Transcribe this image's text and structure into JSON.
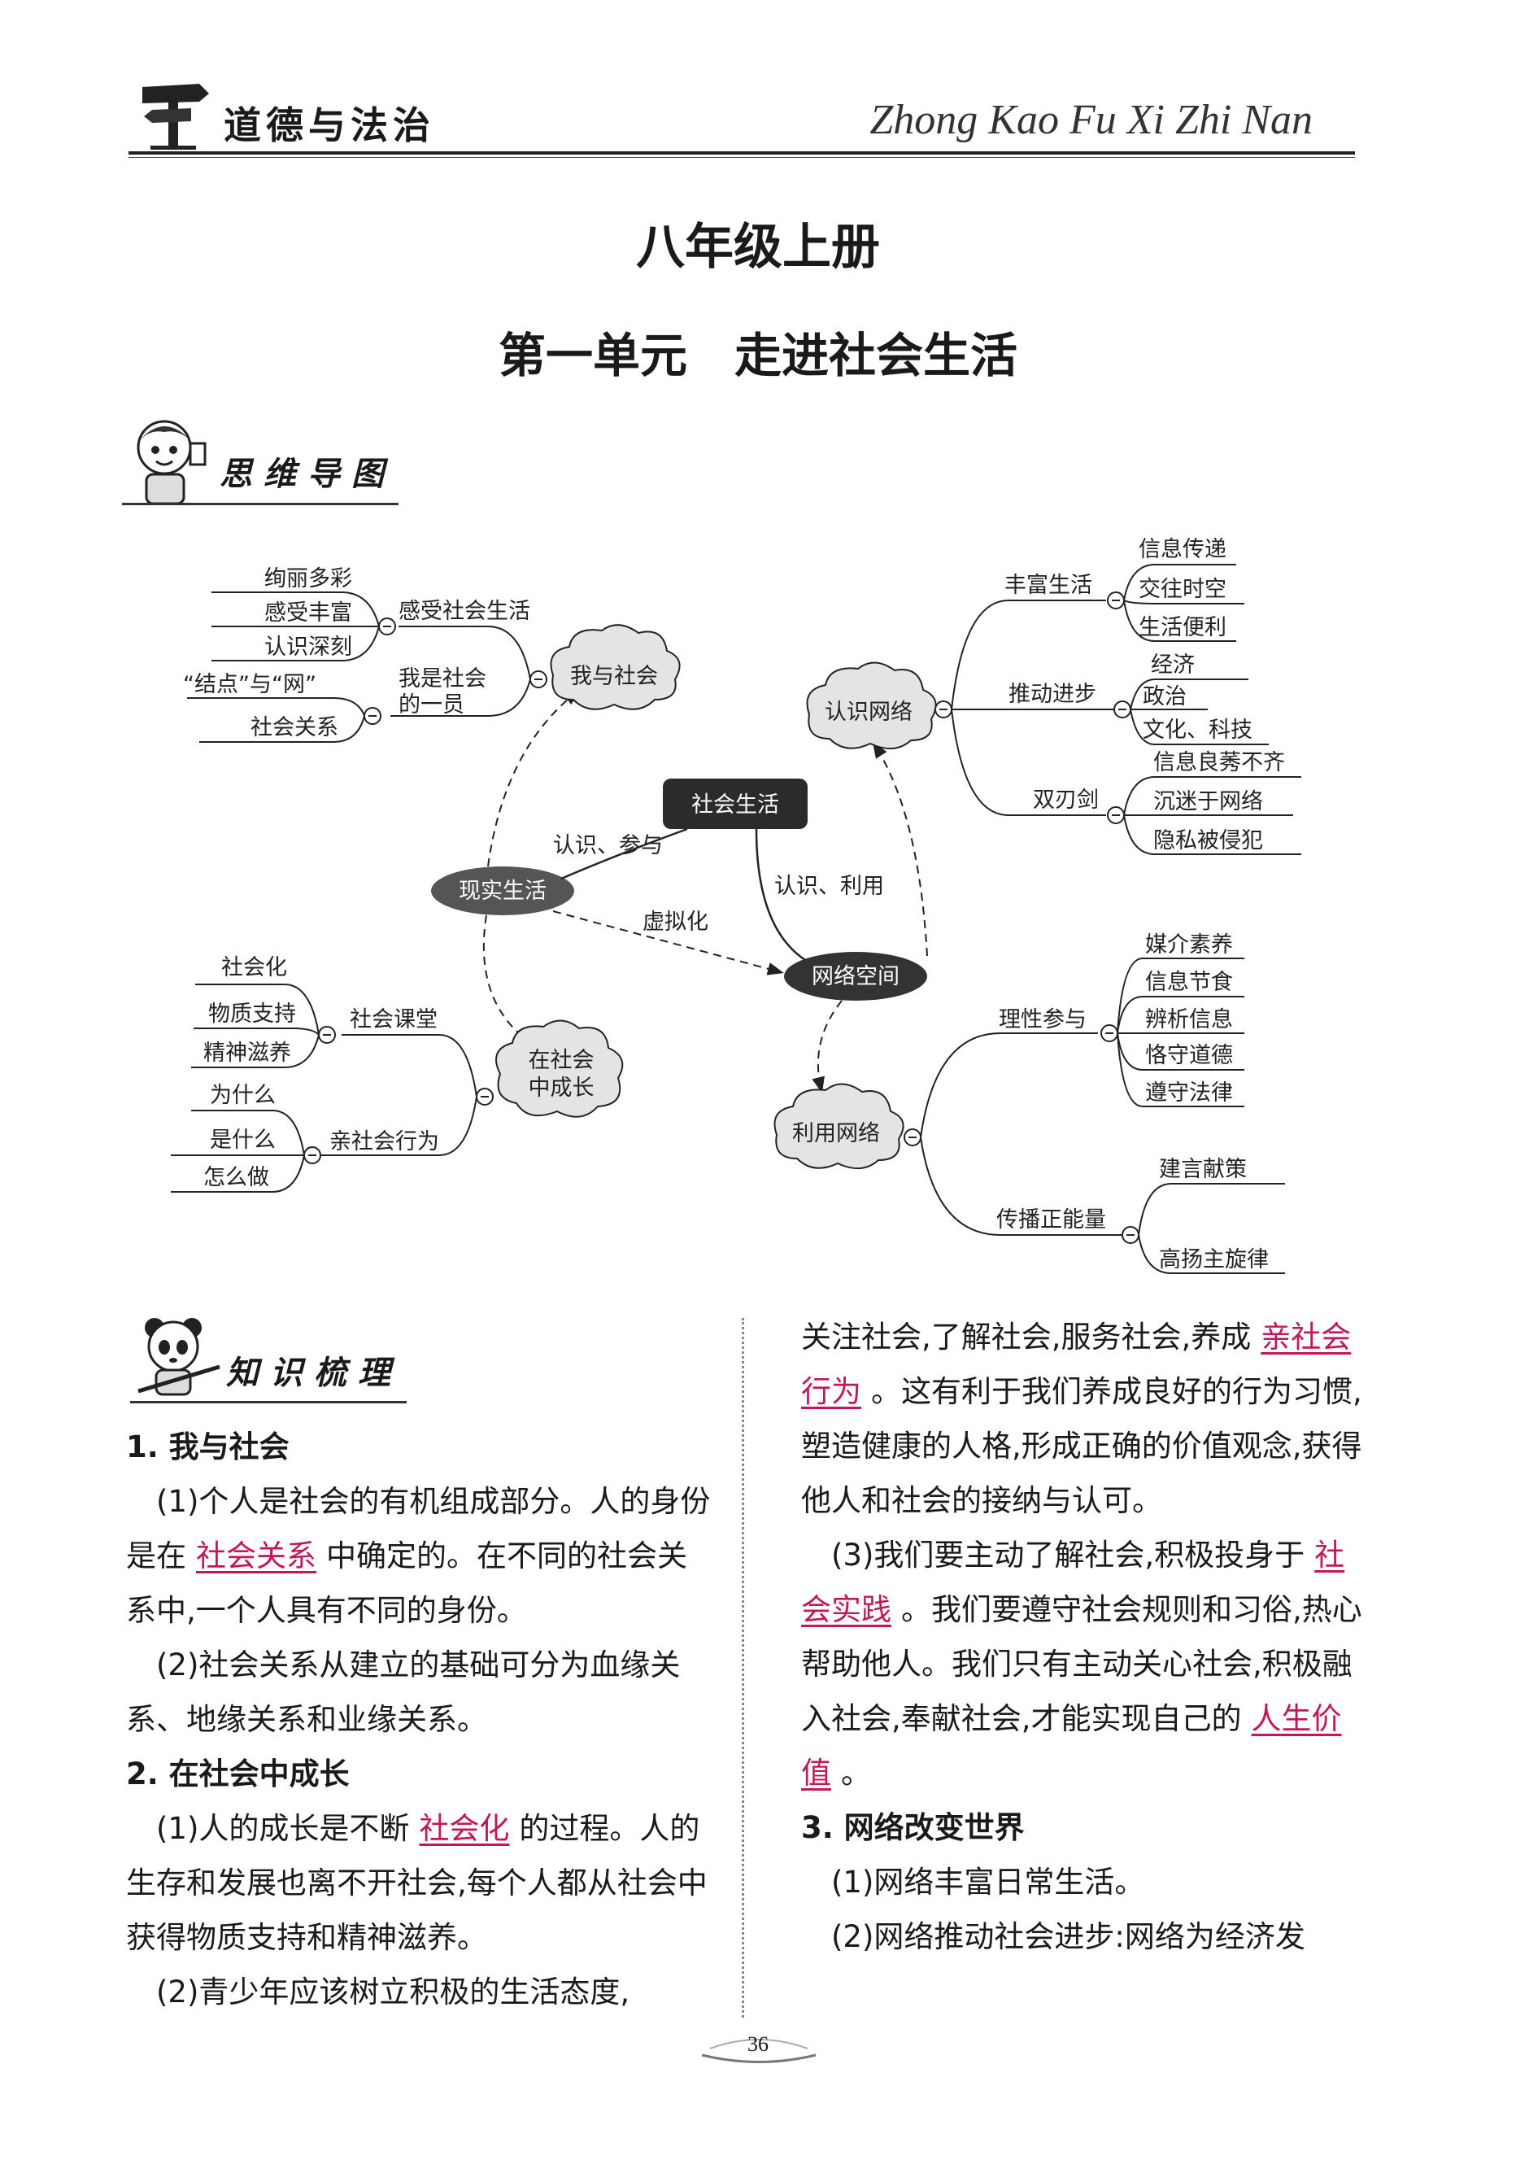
{
  "header": {
    "brand": "道德与法治",
    "pinyin": "Zhong Kao Fu Xi Zhi Nan"
  },
  "book_title": "八年级上册",
  "unit_title": "第一单元　走进社会生活",
  "sections": {
    "mindmap_badge": "思维导图",
    "knowledge_badge": "知识梳理"
  },
  "mindmap": {
    "center": "社会生活",
    "real_life": "现实生活",
    "cyber_space": "网络空间",
    "edge_real": "认识、参与",
    "edge_cyber": "认识、利用",
    "edge_virtual": "虚拟化",
    "me_society": {
      "label": "我与社会",
      "branch1": "感受社会生活",
      "branch1_items": [
        "绚丽多彩",
        "感受丰富",
        "认识深刻"
      ],
      "branch2": "我是社会的一员",
      "branch2_line1": "我是社会",
      "branch2_line2": "的一员",
      "branch2_items": [
        "“结点”与“网”",
        "社会关系"
      ]
    },
    "grow": {
      "label_line1": "在社会",
      "label_line2": "中成长",
      "branch1": "社会课堂",
      "branch1_items": [
        "社会化",
        "物质支持",
        "精神滋养"
      ],
      "branch2": "亲社会行为",
      "branch2_items": [
        "为什么",
        "是什么",
        "怎么做"
      ]
    },
    "know_net": {
      "label": "认识网络",
      "branch1": "丰富生活",
      "branch1_items": [
        "信息传递",
        "交往时空",
        "生活便利"
      ],
      "branch2": "推动进步",
      "branch2_items": [
        "经济",
        "政治",
        "文化、科技"
      ],
      "branch3": "双刃剑",
      "branch3_items": [
        "信息良莠不齐",
        "沉迷于网络",
        "隐私被侵犯"
      ]
    },
    "use_net": {
      "label": "利用网络",
      "branch1": "理性参与",
      "branch1_items": [
        "媒介素养",
        "信息节食",
        "辨析信息",
        "恪守道德",
        "遵守法律"
      ],
      "branch2": "传播正能量",
      "branch2_items": [
        "建言献策",
        "高扬主旋律"
      ]
    }
  },
  "left_column": {
    "h1": "1. 我与社会",
    "p1_a": "(1)个人是社会的有机组成部分。人的身份是在",
    "p1_blank": "社会关系",
    "p1_b": "中确定的。在不同的社会关系中,一个人具有不同的身份。",
    "p2": "(2)社会关系从建立的基础可分为血缘关系、地缘关系和业缘关系。",
    "h2": "2. 在社会中成长",
    "p3_a": "(1)人的成长是不断",
    "p3_blank": "社会化",
    "p3_b": "的过程。人的生存和发展也离不开社会,每个人都从社会中获得物质支持和精神滋养。",
    "p4": "(2)青少年应该树立积极的生活态度,"
  },
  "right_column": {
    "p1_a": "关注社会,了解社会,服务社会,养成",
    "p1_blank": "亲社会行为",
    "p1_b": "。这有利于我们养成良好的行为习惯,塑造健康的人格,形成正确的价值观念,获得他人和社会的接纳与认可。",
    "p2_a": "(3)我们要主动了解社会,积极投身于",
    "p2_blank": "社会实践",
    "p2_b": "。我们要遵守社会规则和习俗,热心帮助他人。我们只有主动关心社会,积极融入社会,奉献社会,才能实现自己的",
    "p2_blank2": "人生价值",
    "p2_c": "。",
    "h3": "3. 网络改变世界",
    "p3": "(1)网络丰富日常生活。",
    "p4": "(2)网络推动社会进步:网络为经济发"
  },
  "page_number": "36",
  "colors": {
    "answer": "#c2185b",
    "ink": "#1a1a1a",
    "node_dark": "#2b2b2b",
    "cloud": "#e4e4e4"
  }
}
